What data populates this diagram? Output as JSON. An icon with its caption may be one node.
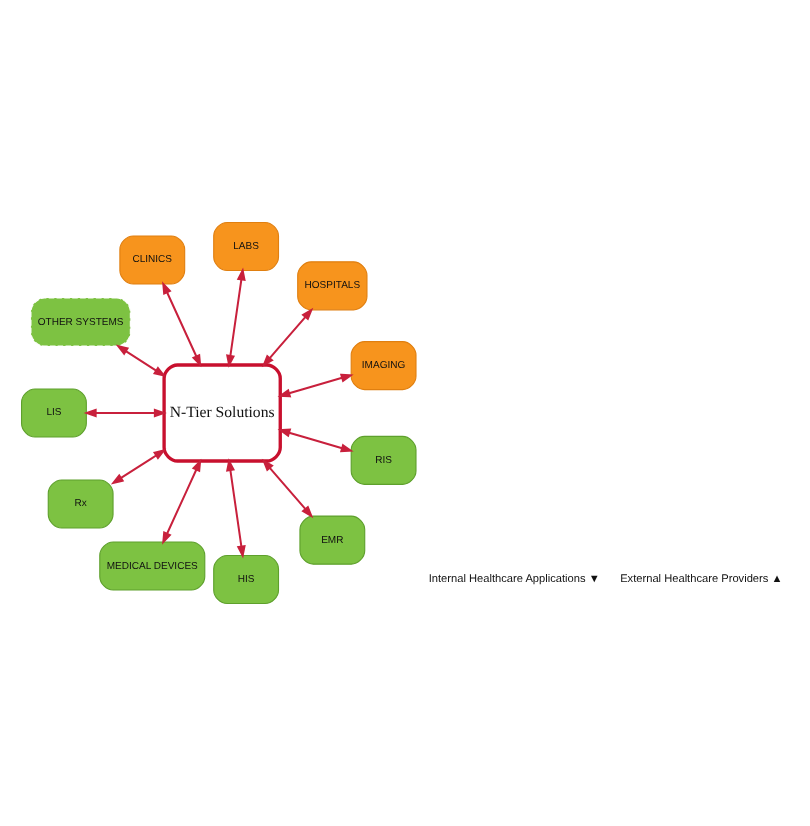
{
  "diagram": {
    "nodes": [
      {
        "text": [
          "IMAGING"
        ]
      },
      {
        "text": [
          "HOSPITALS"
        ]
      },
      {
        "text": [
          "LABS"
        ]
      },
      {
        "text": [
          "CLINICS"
        ]
      },
      {
        "text": [
          "N-Tier Solutions"
        ]
      },
      {
        "text": [
          "OTHER SYSTEMS"
        ]
      },
      {
        "text": [
          "LIS"
        ]
      },
      {
        "text": [
          "Rx"
        ]
      },
      {
        "text": [
          "MEDICAL DEVICES"
        ]
      },
      {
        "text": [
          "HIS"
        ]
      },
      {
        "text": [
          "EMR"
        ]
      },
      {
        "text": [
          "RIS"
        ]
      }
    ],
    "edges": [
      {
        "from": 4,
        "to": 0,
        "arrow": "both"
      },
      {
        "from": 4,
        "to": 1,
        "arrow": "both"
      },
      {
        "from": 4,
        "to": 2,
        "arrow": "both"
      },
      {
        "from": 4,
        "to": 3,
        "arrow": "both"
      },
      {
        "from": 4,
        "to": 5,
        "arrow": "both"
      },
      {
        "from": 4,
        "to": 6,
        "arrow": "both"
      },
      {
        "from": 4,
        "to": 7,
        "arrow": "both"
      },
      {
        "from": 4,
        "to": 8,
        "arrow": "both"
      },
      {
        "from": 4,
        "to": 9,
        "arrow": "both"
      },
      {
        "from": 4,
        "to": 10,
        "arrow": "both"
      },
      {
        "from": 4,
        "to": 11,
        "arrow": "both"
      }
    ],
    "labels": [
      "External Healthcare Providers ▲",
      "Internal Healthcare Applications ▼"
    ]
  }
}
